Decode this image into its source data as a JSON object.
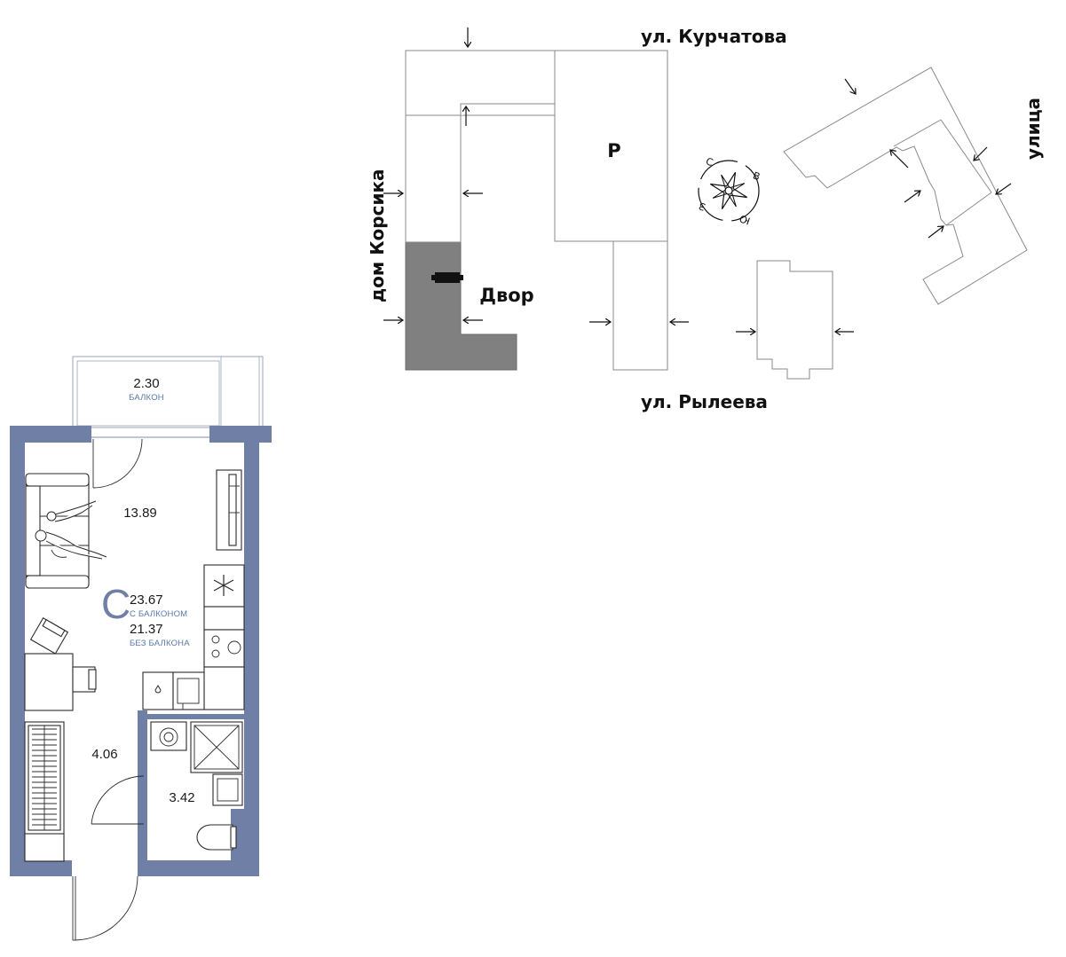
{
  "site_plan": {
    "streets": {
      "top": "ул. Курчатова",
      "bottom": "ул. Рылеева",
      "left": "дом Корсика",
      "right": "улица"
    },
    "labels": {
      "parking": "Р",
      "courtyard": "Двор"
    },
    "compass": {
      "n": "С",
      "e": "В",
      "s": "Ю",
      "w": "З"
    },
    "colors": {
      "highlight": "#808080",
      "outline": "#8a8a8a"
    }
  },
  "floor_plan": {
    "balcony": {
      "area": "2.30",
      "label": "БАЛКОН"
    },
    "living_room": {
      "area": "13.89"
    },
    "hallway": {
      "area": "4.06"
    },
    "bathroom": {
      "area": "3.42"
    },
    "summary": {
      "type_letter": "С",
      "total_with_balcony": "23.67",
      "total_with_balcony_label": "С БАЛКОНОМ",
      "total_without_balcony": "21.37",
      "total_without_balcony_label": "БЕЗ БАЛКОНА"
    },
    "colors": {
      "wall": "#6f7fa6",
      "accent_text": "#5a78a8"
    }
  }
}
